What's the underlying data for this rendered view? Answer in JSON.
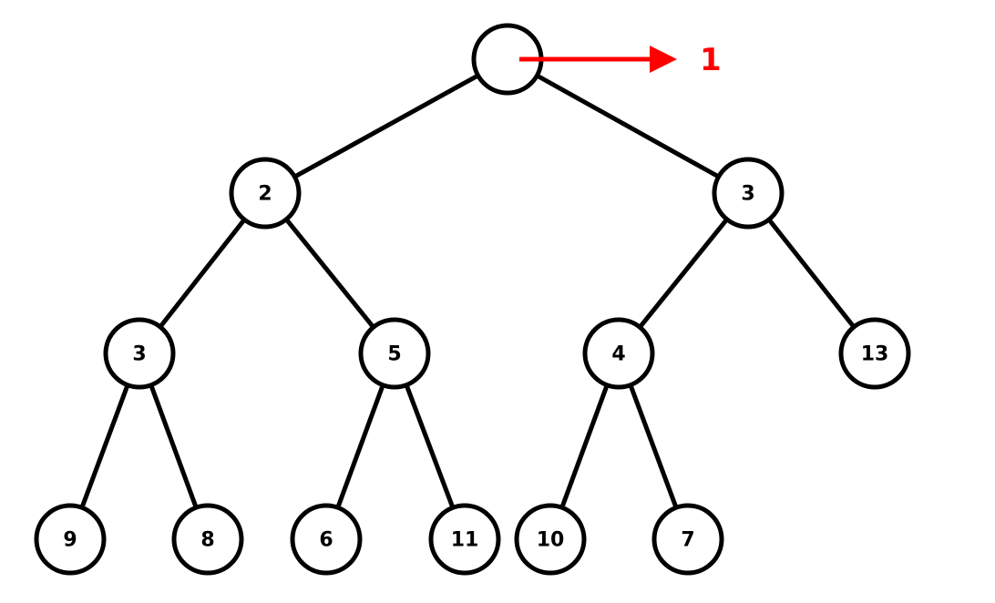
{
  "tree": {
    "nodes": [
      {
        "id": "root",
        "label": ""
      },
      {
        "id": "n2a",
        "label": "2"
      },
      {
        "id": "n3a",
        "label": "3"
      },
      {
        "id": "n3b",
        "label": "3"
      },
      {
        "id": "n5",
        "label": "5"
      },
      {
        "id": "n4",
        "label": "4"
      },
      {
        "id": "n13",
        "label": "13"
      },
      {
        "id": "n9",
        "label": "9"
      },
      {
        "id": "n8",
        "label": "8"
      },
      {
        "id": "n6",
        "label": "6"
      },
      {
        "id": "n11",
        "label": "11"
      },
      {
        "id": "n10",
        "label": "10"
      },
      {
        "id": "n7",
        "label": "7"
      }
    ],
    "edges": [
      [
        "root",
        "n2a"
      ],
      [
        "root",
        "n3a"
      ],
      [
        "n2a",
        "n3b"
      ],
      [
        "n2a",
        "n5"
      ],
      [
        "n3a",
        "n4"
      ],
      [
        "n3a",
        "n13"
      ],
      [
        "n3b",
        "n9"
      ],
      [
        "n3b",
        "n8"
      ],
      [
        "n5",
        "n6"
      ],
      [
        "n5",
        "n11"
      ],
      [
        "n4",
        "n10"
      ],
      [
        "n4",
        "n7"
      ]
    ]
  },
  "pointer": {
    "label": "1",
    "color": "#ff0000"
  }
}
